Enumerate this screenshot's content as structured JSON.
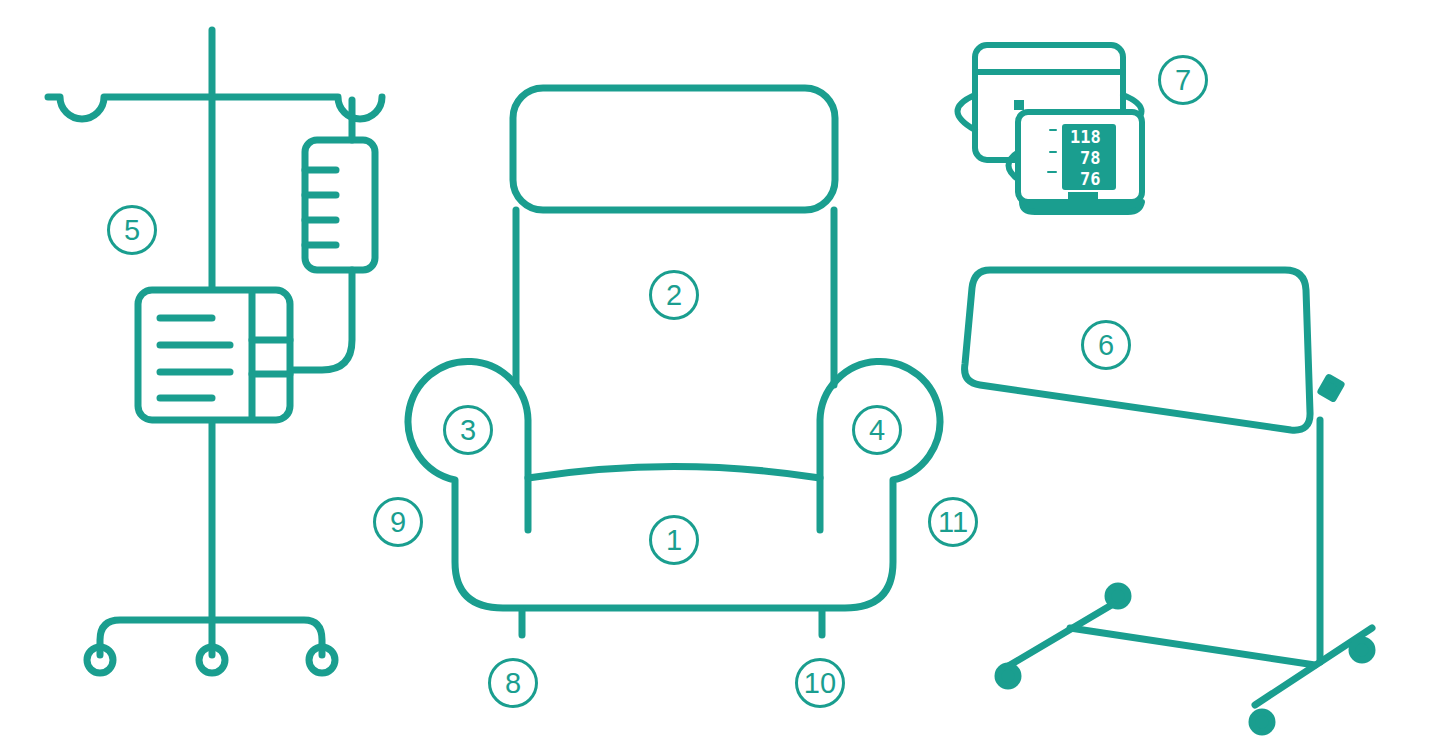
{
  "diagram": {
    "nodes": [
      {
        "text": [
          "7"
        ]
      },
      {
        "text": [
          "5"
        ]
      },
      {
        "text": [
          "2"
        ]
      },
      {
        "text": [
          "6"
        ]
      },
      {
        "text": [
          "3"
        ]
      },
      {
        "text": [
          "4"
        ]
      },
      {
        "text": [
          "9"
        ]
      },
      {
        "text": [
          "11"
        ]
      },
      {
        "text": [
          "1"
        ]
      },
      {
        "text": [
          "8"
        ]
      },
      {
        "text": [
          "10"
        ]
      }
    ],
    "labels": [
      "118",
      "78",
      "76"
    ]
  }
}
